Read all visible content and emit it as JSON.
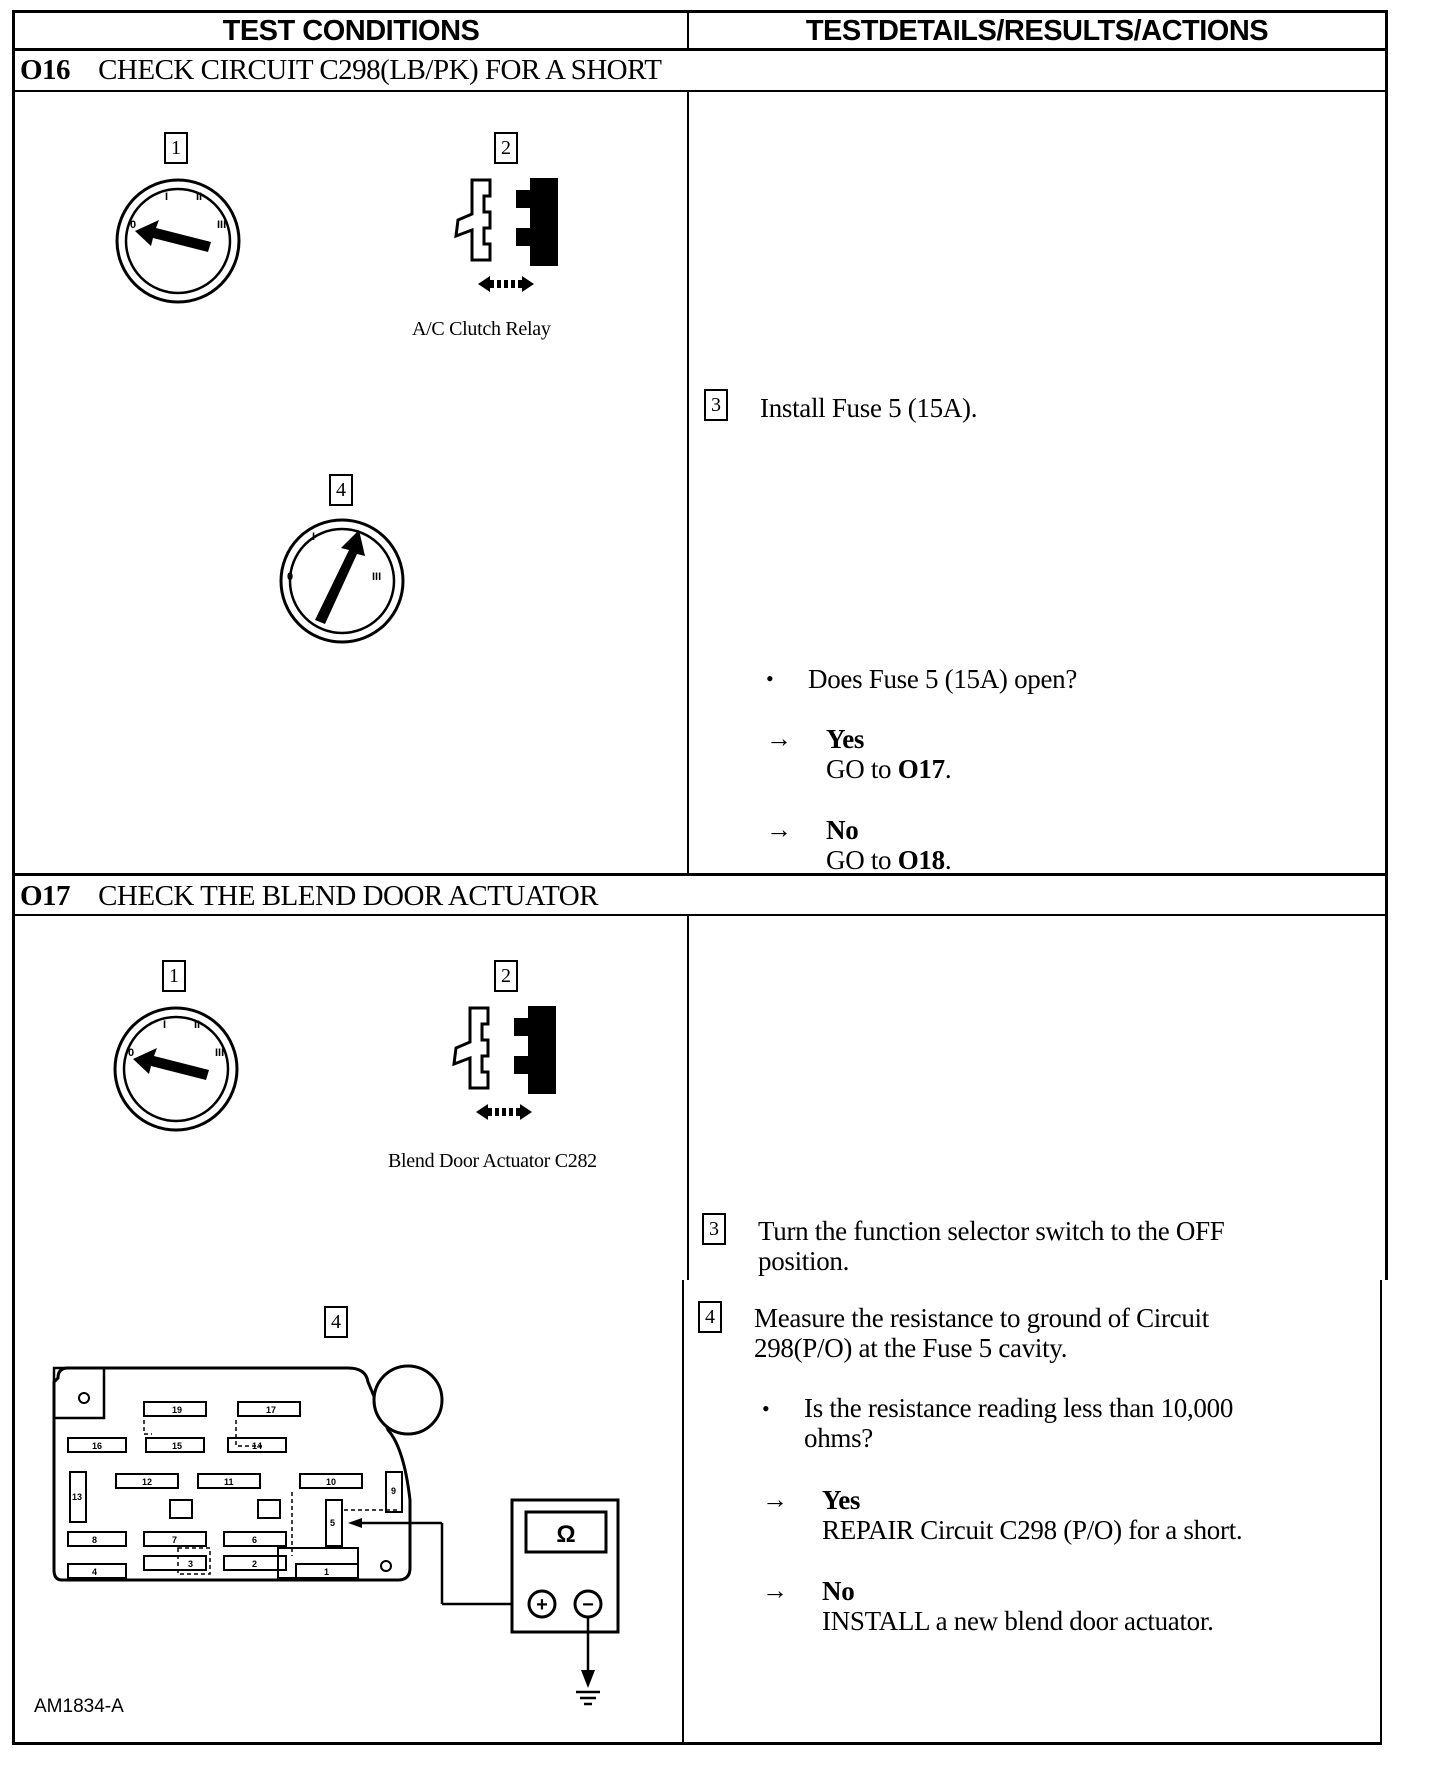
{
  "header": {
    "left": "TEST CONDITIONS",
    "right": "TESTDETAILS/RESULTS/ACTIONS"
  },
  "o16": {
    "id": "O16",
    "title": "CHECK CIRCUIT C298(LB/PK) FOR A SHORT",
    "steps": {
      "s1": "1",
      "s2": "2",
      "s3": "3",
      "s4": "4"
    },
    "relay_caption": "A/C Clutch Relay",
    "step3_text": "Install Fuse 5 (15A).",
    "question": "Does Fuse 5 (15A) open?",
    "yes_label": "Yes",
    "yes_action_prefix": "GO to ",
    "yes_target": "O17",
    "no_label": "No",
    "no_action_prefix": "GO to ",
    "no_target": "O18",
    "period": "."
  },
  "o17": {
    "id": "O17",
    "title": "CHECK THE BLEND DOOR ACTUATOR",
    "steps": {
      "s1": "1",
      "s2": "2",
      "s3": "3",
      "s4": "4"
    },
    "connector_caption": "Blend Door Actuator C282",
    "step3_line1": "Turn the function selector switch to the OFF",
    "step3_line2": "position.",
    "step4_line1": "Measure the resistance to ground of Circuit",
    "step4_line2": "298(P/O) at the Fuse 5 cavity.",
    "question_line1": "Is the resistance reading less than 10,000",
    "question_line2": "ohms?",
    "yes_label": "Yes",
    "yes_action": "REPAIR Circuit C298 (P/O) for a short.",
    "no_label": "No",
    "no_action": "INSTALL a new blend door actuator."
  },
  "ignition_labels": {
    "off": "0",
    "one": "I",
    "two": "II",
    "three": "III"
  },
  "fuse_numbers": [
    "19",
    "17",
    "16",
    "15",
    "14",
    "13",
    "12",
    "11",
    "10",
    "9",
    "8",
    "7",
    "6",
    "5",
    "4",
    "3",
    "2",
    "1"
  ],
  "meter_symbol": "Ω",
  "meter_plus": "+",
  "meter_minus": "−",
  "figure_id": "AM1834-A",
  "glyphs": {
    "bullet": "•",
    "arrow": "→"
  }
}
